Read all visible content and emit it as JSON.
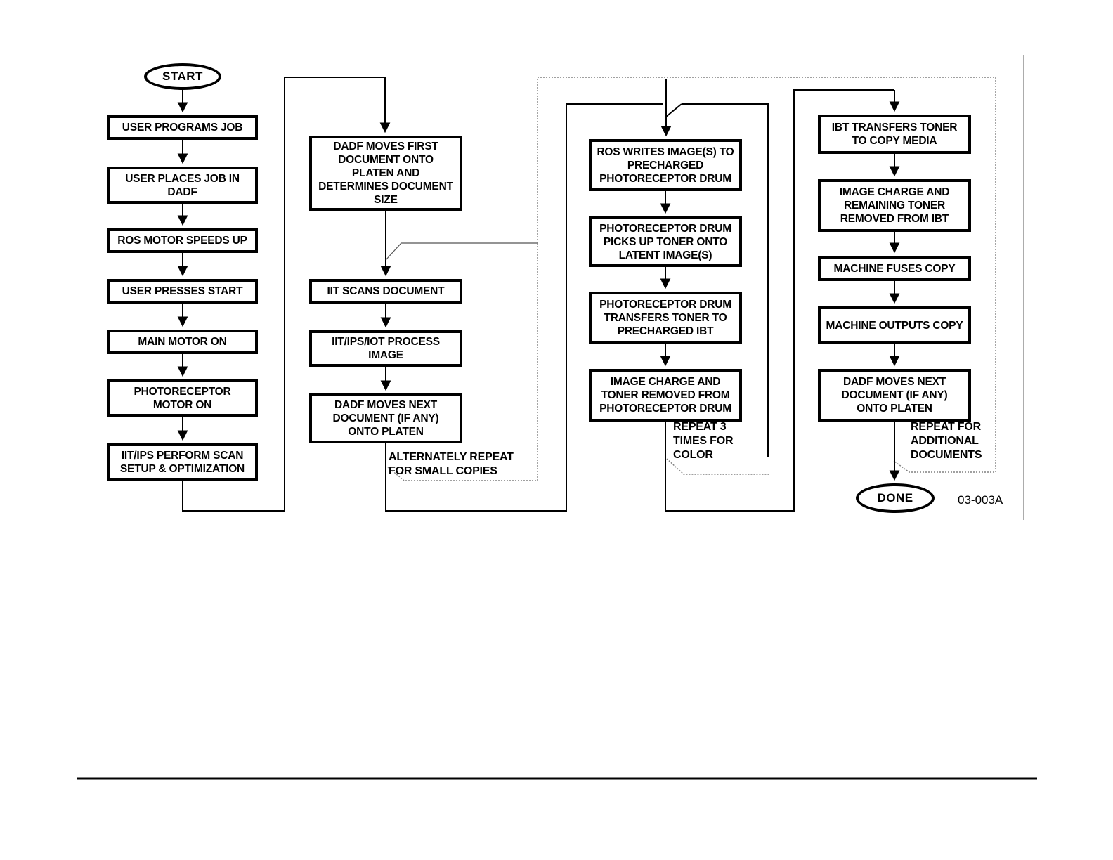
{
  "flowchart": {
    "start_label": "START",
    "done_label": "DONE",
    "caption": "03-003A",
    "columns": [
      {
        "boxes": [
          "USER PROGRAMS JOB",
          "USER PLACES JOB IN DADF",
          "ROS MOTOR SPEEDS UP",
          "USER PRESSES START",
          "MAIN MOTOR ON",
          "PHOTORECEPTOR MOTOR ON",
          "IIT/IPS PERFORM SCAN SETUP & OPTIMIZATION"
        ]
      },
      {
        "boxes": [
          "DADF MOVES FIRST DOCUMENT ONTO PLATEN AND DETERMINES DOCUMENT SIZE",
          "IIT SCANS DOCUMENT",
          "IIT/IPS/IOT PROCESS IMAGE",
          "DADF MOVES NEXT DOCUMENT (IF ANY) ONTO PLATEN"
        ]
      },
      {
        "boxes": [
          "ROS WRITES IMAGE(S) TO PRECHARGED PHOTORECEPTOR DRUM",
          "PHOTORECEPTOR DRUM PICKS UP TONER ONTO LATENT IMAGE(S)",
          "PHOTORECEPTOR DRUM TRANSFERS TONER TO PRECHARGED IBT",
          "IMAGE CHARGE AND TONER REMOVED FROM PHOTORECEPTOR DRUM"
        ]
      },
      {
        "boxes": [
          "IBT TRANSFERS TONER TO COPY MEDIA",
          "IMAGE CHARGE AND REMAINING TONER REMOVED FROM IBT",
          "MACHINE FUSES COPY",
          "MACHINE OUTPUTS COPY",
          "DADF MOVES NEXT DOCUMENT (IF ANY) ONTO PLATEN"
        ]
      }
    ],
    "annotations": [
      "ALTERNATELY REPEAT\nFOR SMALL COPIES",
      "REPEAT 3\nTIMES FOR\nCOLOR",
      "REPEAT FOR\nADDITIONAL\nDOCUMENTS"
    ]
  },
  "colors": {
    "line": "#000000",
    "annotation_line": "#808080",
    "background": "#ffffff"
  }
}
